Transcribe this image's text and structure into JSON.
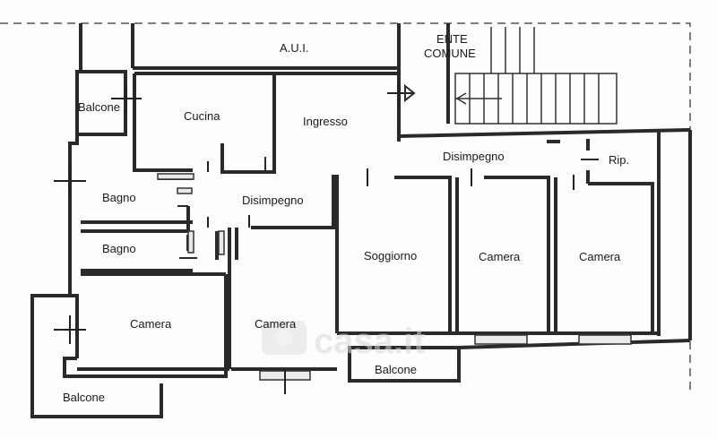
{
  "rooms": {
    "aui": "A.U.I.",
    "ente_line1": "ENTE",
    "ente_line2": "COMUNE",
    "balcone_top": "Balcone",
    "cucina": "Cucina",
    "ingresso": "Ingresso",
    "disimpegno_right": "Disimpegno",
    "rip": "Rip.",
    "bagno_upper": "Bagno",
    "disimpegno_left": "Disimpegno",
    "bagno_lower": "Bagno",
    "soggiorno": "Soggiorno",
    "camera_mid": "Camera",
    "camera_right": "Camera",
    "camera_left": "Camera",
    "camera_center": "Camera",
    "balcone_center": "Balcone",
    "balcone_bottom": "Balcone"
  },
  "colors": {
    "wall": "#2a2a2a",
    "background": "#fdfdfb"
  }
}
